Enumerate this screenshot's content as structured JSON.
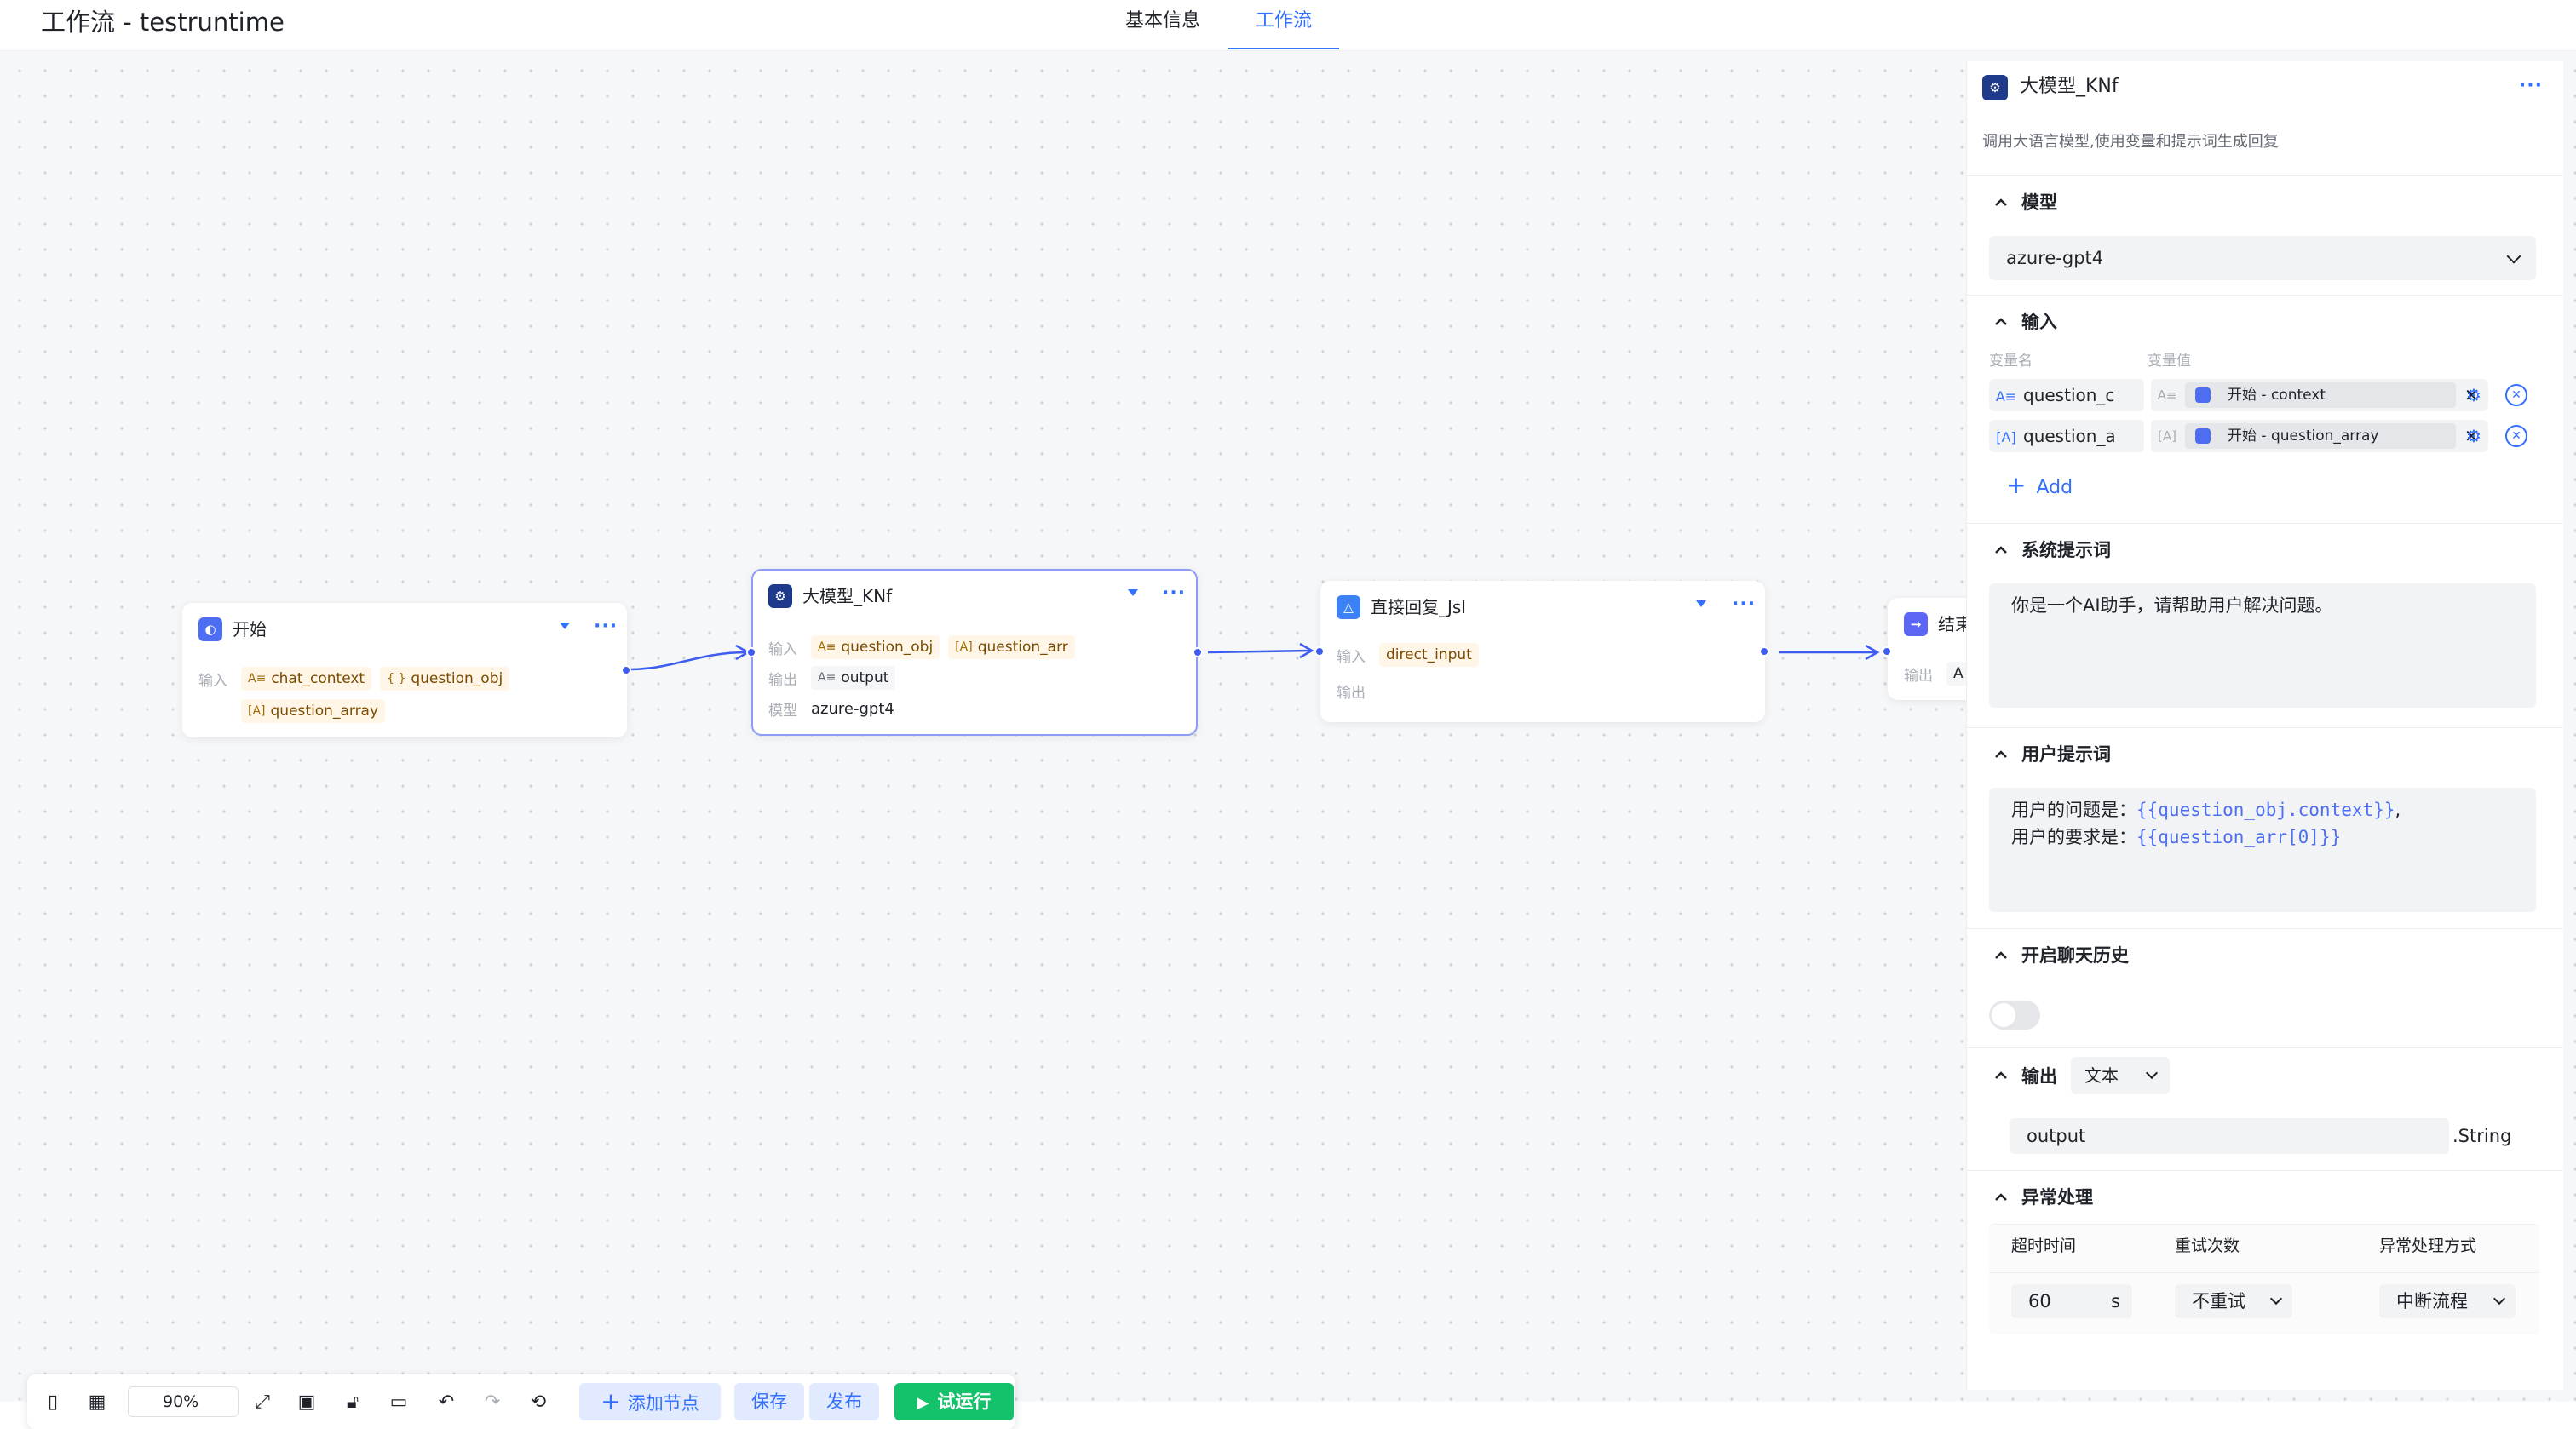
{
  "header": {
    "title": "工作流 - testruntime",
    "tabs": [
      {
        "label": "基本信息",
        "active": false
      },
      {
        "label": "工作流",
        "active": true
      }
    ]
  },
  "colors": {
    "accent": "#3370ff",
    "edge": "#3d5cf0",
    "run": "#13c26a",
    "chip_bg": "#fff6e8"
  },
  "nodes": {
    "start": {
      "title": "开始",
      "input_label": "输入",
      "inputs": [
        {
          "type": "A≡",
          "name": "chat_context"
        },
        {
          "type": "{ }",
          "name": "question_obj"
        },
        {
          "type": "[A]",
          "name": "question_array"
        }
      ]
    },
    "llm": {
      "title": "大模型_KNf",
      "input_label": "输入",
      "inputs": [
        {
          "type": "A≡",
          "name": "question_obj"
        },
        {
          "type": "[A]",
          "name": "question_arr"
        }
      ],
      "output_label": "输出",
      "outputs": [
        {
          "type": "A≡",
          "name": "output"
        }
      ],
      "model_label": "模型",
      "model": "azure-gpt4"
    },
    "reply": {
      "title": "直接回复_Jsl",
      "input_label": "输入",
      "inputs": [
        {
          "name": "direct_input"
        }
      ],
      "output_label": "输出"
    },
    "end": {
      "title": "结束",
      "output_label": "输出",
      "type_stub": "A"
    }
  },
  "toolbar": {
    "zoom": "90%",
    "add_node": "添加节点",
    "save": "保存",
    "publish": "发布",
    "run": "试运行"
  },
  "panel": {
    "title": "大模型_KNf",
    "description": "调用大语言模型,使用变量和提示词生成回复",
    "model": {
      "title": "模型",
      "selected": "azure-gpt4"
    },
    "inputs": {
      "title": "输入",
      "col_name": "变量名",
      "col_value": "变量值",
      "rows": [
        {
          "type": "A≡",
          "name": "question_c",
          "value_type": "A≡",
          "ref": "开始 - context"
        },
        {
          "type": "[A]",
          "name": "question_a",
          "value_type": "[A]",
          "ref": "开始 - question_array"
        }
      ],
      "add": "Add"
    },
    "system_prompt": {
      "title": "系统提示词",
      "text": "你是一个AI助手，请帮助用户解决问题。"
    },
    "user_prompt": {
      "title": "用户提示词",
      "line1_text": "用户的问题是：",
      "line1_var": "{{question_obj.context}}",
      "line1_tail": ",",
      "line2_text": "用户的要求是：",
      "line2_var": "{{question_arr[0]}}"
    },
    "chat_history": {
      "title": "开启聊天历史",
      "enabled": false
    },
    "output": {
      "title": "输出",
      "type": "文本",
      "name": "output",
      "kind": ".String"
    },
    "error": {
      "title": "异常处理",
      "col_timeout": "超时时间",
      "col_retry": "重试次数",
      "col_mode": "异常处理方式",
      "timeout": "60",
      "timeout_unit": "s",
      "retry": "不重试",
      "mode": "中断流程"
    }
  }
}
